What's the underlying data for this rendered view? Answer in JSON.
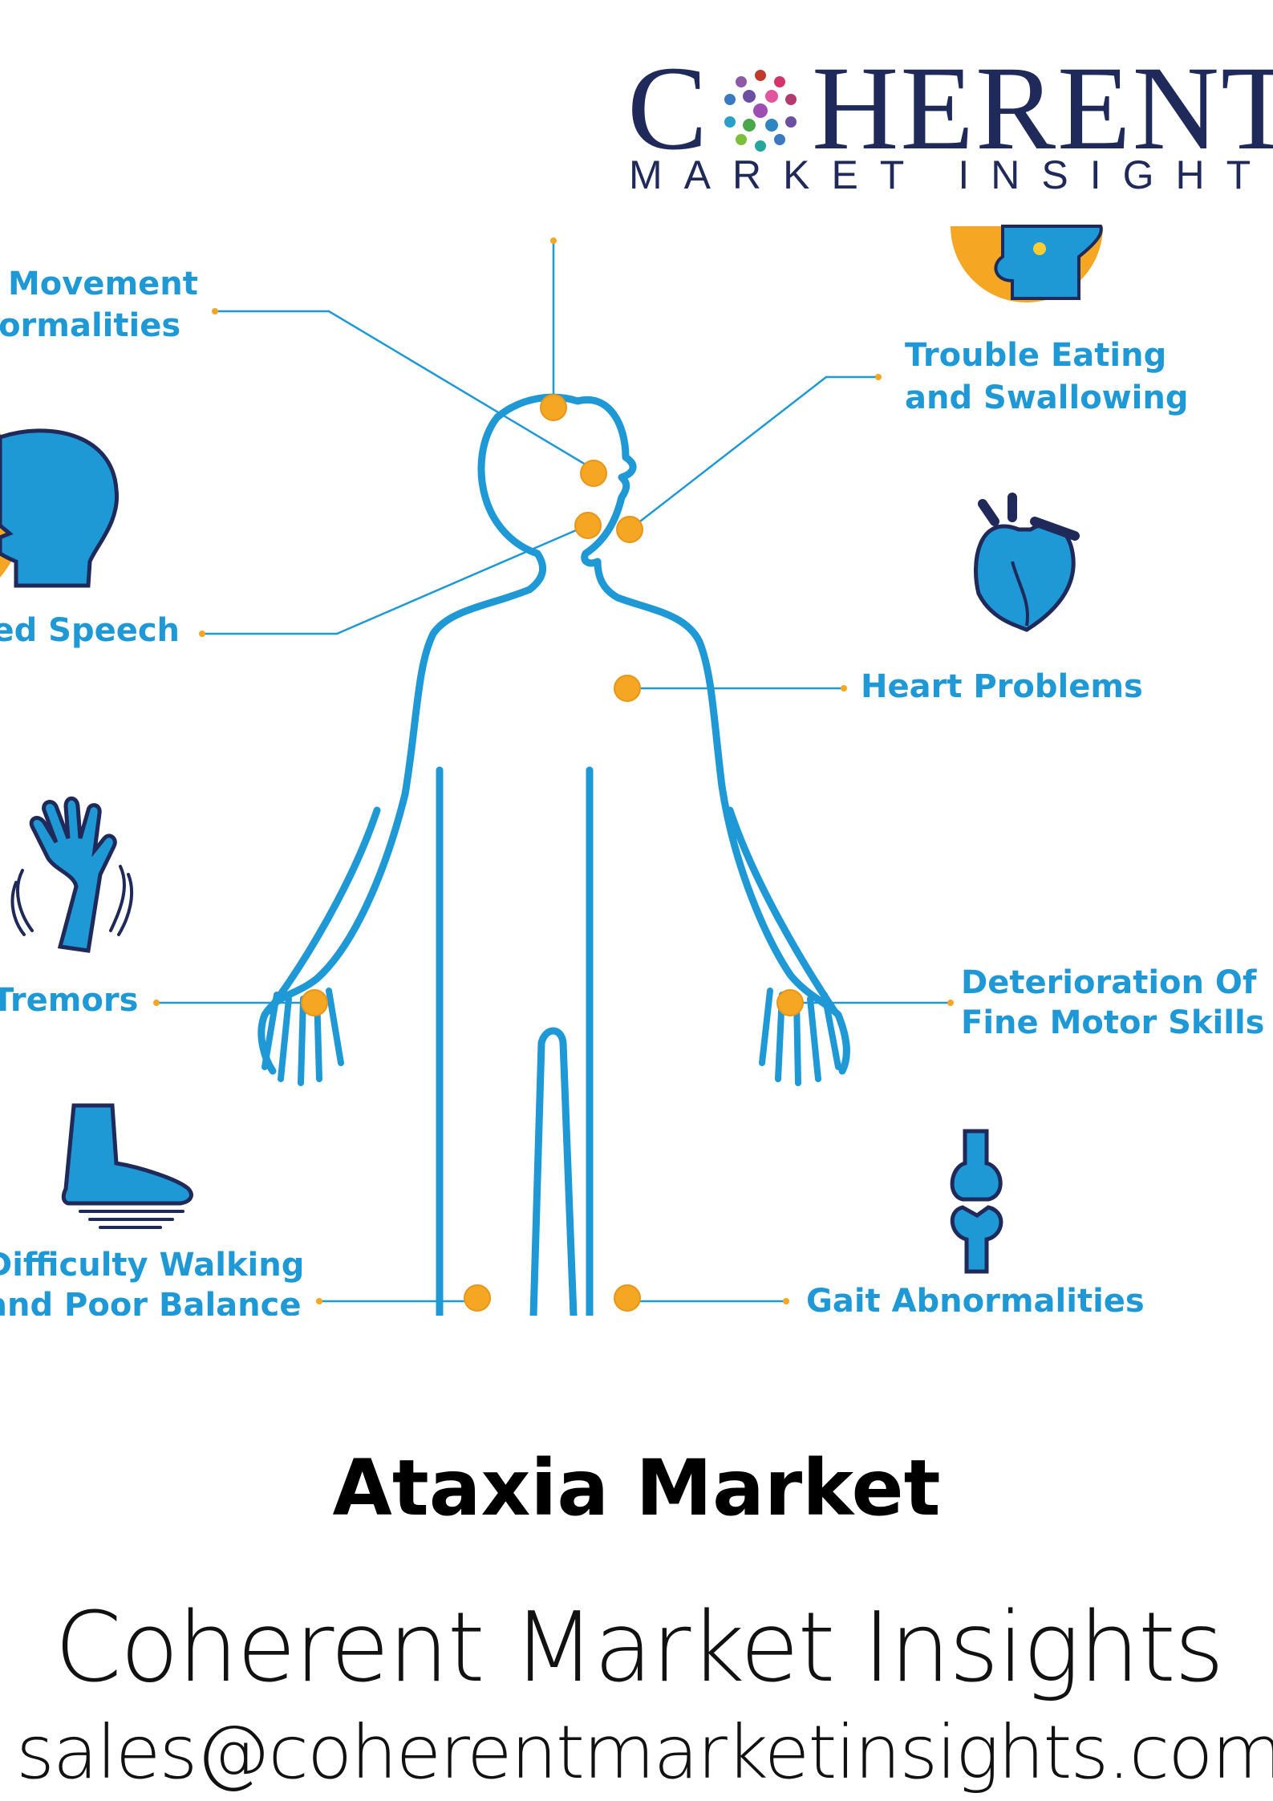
{
  "logo": {
    "brand_before": "C",
    "brand_after": "HERENT",
    "tagline": "MARKET INSIGHTS",
    "brand_color": "#1f2a5a"
  },
  "diagram": {
    "line_color": "#1f98d6",
    "marker_color": "#f5a623",
    "symptoms": {
      "movement": [
        "Movement",
        "Abnormalities"
      ],
      "speech": "Slurred Speech",
      "tremors": "Tremors",
      "walking": [
        "Difficulty Walking",
        "and Poor Balance"
      ],
      "eating": [
        "Trouble Eating",
        "and Swallowing"
      ],
      "heart": "Heart Problems",
      "motor": [
        "Deterioration Of",
        "Fine Motor Skills"
      ],
      "gait": "Gait Abnormalities"
    },
    "icons": [
      "throat-icon",
      "head-profile-icon",
      "heart-icon",
      "shaking-hand-icon",
      "foot-icon",
      "knee-joint-icon"
    ]
  },
  "title": "Ataxia Market",
  "company": "Coherent Market Insights",
  "email": "sales@coherentmarketinsights.com"
}
